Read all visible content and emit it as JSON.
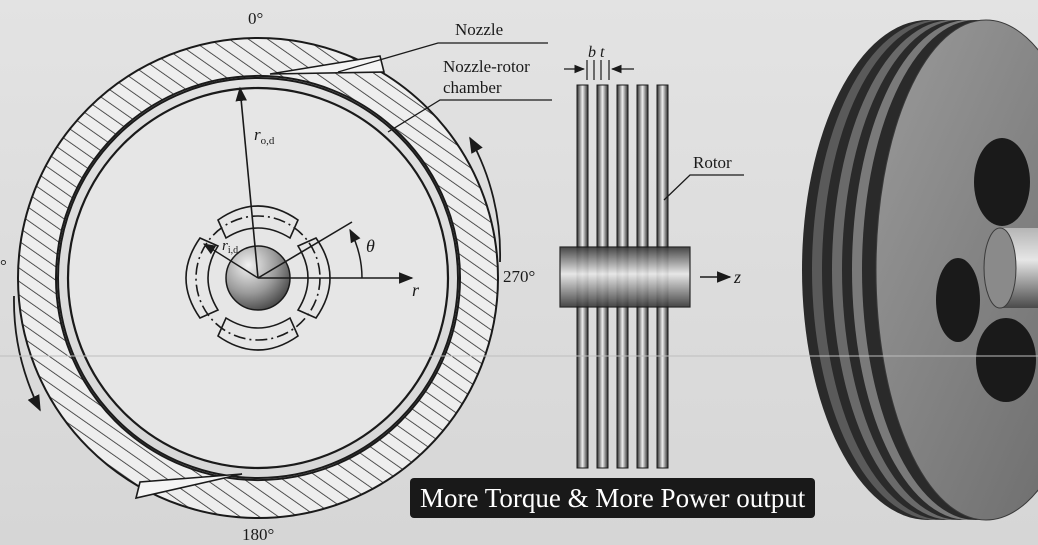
{
  "diagram": {
    "labels": {
      "nozzle": "Nozzle",
      "nozzle_rotor_line1": "Nozzle-rotor",
      "nozzle_rotor_line2": "chamber",
      "rotor": "Rotor",
      "angle_0": "0°",
      "angle_180": "180°",
      "angle_270": "270°",
      "angle_90_fragment": "°",
      "outer_radius_main": "r",
      "outer_radius_sub": "o,d",
      "inner_radius_main": "r",
      "inner_radius_sub": "i,d",
      "theta": "θ",
      "r_axis": "r",
      "z_axis": "z",
      "b": "b",
      "t": "t"
    },
    "rotor_disk_count": 5,
    "colors": {
      "line": "#1a1a1a",
      "hatch": "#2a2a2a",
      "metal_dark": "#2b2b2b",
      "metal_light": "#f0f0f0"
    }
  },
  "caption": {
    "text": "More Torque & More Power output"
  }
}
